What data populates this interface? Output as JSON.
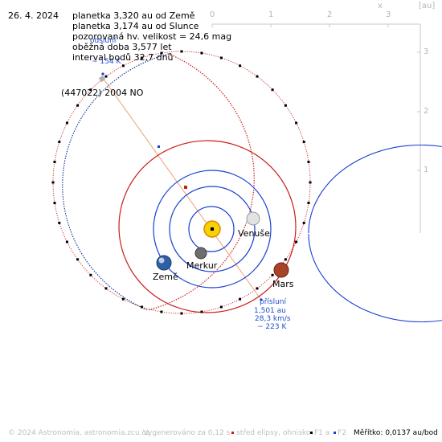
{
  "header": {
    "date": "26. 4. 2024",
    "info_lines": [
      "planetka 3,320 au od Země",
      "planetka 3,174 au od Slunce",
      "pozorovaná hv. velikost = 24,6 mag",
      "oběžná doba 3,577 let",
      "interval bodů 32,7 dnů"
    ]
  },
  "axes": {
    "x_ticks": [
      "0",
      "1",
      "2",
      "3"
    ],
    "y_ticks": [
      "1",
      "2",
      "3"
    ],
    "x_label": "x",
    "unit_label": "[au]"
  },
  "object": {
    "name": "(447022) 2004 NO",
    "aphelion_labels": [
      "odsluní",
      "~ 154 K"
    ],
    "perihelion_labels": [
      "přísluní",
      "1,501 au",
      "28,3 km/s",
      "~ 223 K"
    ]
  },
  "planets": {
    "venus": "Venuše",
    "mercury": "Merkur",
    "earth": "Země",
    "mars": "Mars"
  },
  "footer": {
    "copyright": "© 2024 Astronomia, astronomia.zcu.cz",
    "generated": "Vygenerováno za 0,12 s",
    "legend_center": "střed elipsy, ohnisko",
    "legend_foci_f1": "F1",
    "legend_foci_a": "a",
    "legend_foci_f2": "F2",
    "scale": "Měřítko: 0,0137 au/bod"
  },
  "colors": {
    "asteroid_orbit": "#cc2020",
    "asteroid_orbit_far": "#1f3f9f",
    "planet_orbit_blue": "#1a3fd0",
    "mars_orbit": "#cc1a1a",
    "axis": "#c8c8c8",
    "sun": "#f5d200"
  }
}
